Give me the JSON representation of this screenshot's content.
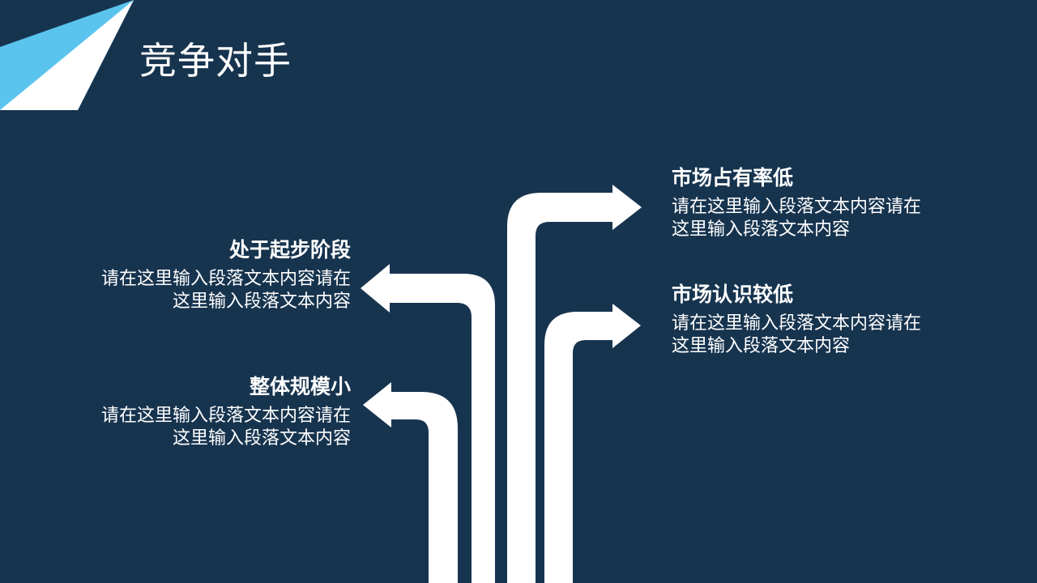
{
  "slide": {
    "title": "竞争对手",
    "colors": {
      "background": "#17344f",
      "accent_light": "#5bc4ee",
      "arrow": "#ffffff",
      "text": "#ffffff"
    },
    "items": [
      {
        "heading": "处于起步阶段",
        "line1": "请在这里输入段落文本内容请在",
        "line2": "这里输入段落文本内容"
      },
      {
        "heading": "整体规模小",
        "line1": "请在这里输入段落文本内容请在",
        "line2": "这里输入段落文本内容"
      },
      {
        "heading": "市场占有率低",
        "line1": "请在这里输入段落文本内容请在",
        "line2": "这里输入段落文本内容"
      },
      {
        "heading": "市场认识较低",
        "line1": "请在这里输入段落文本内容请在",
        "line2": "这里输入段落文本内容"
      }
    ],
    "icons": [
      "arrow-left-icon",
      "arrow-right-icon"
    ]
  }
}
